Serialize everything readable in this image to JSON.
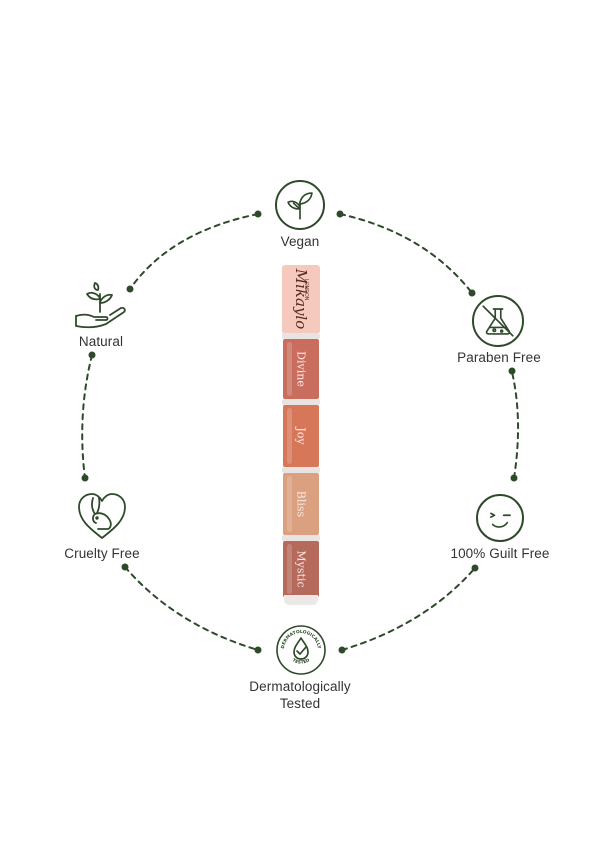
{
  "badges": {
    "vegan": "Vegan",
    "paraben_free": "Paraben Free",
    "guilt_free": "100% Guilt Free",
    "dermatologically_tested_line1": "Dermatologically",
    "dermatologically_tested_line2": "Tested",
    "cruelty_free": "Cruelty Free",
    "natural": "Natural"
  },
  "seal_text": {
    "top": "DERMATOLOGICALLY",
    "bottom": "TESTED"
  },
  "product": {
    "brand": "Mikaylo",
    "brand_sub": "LONDON",
    "shades": [
      "Divine",
      "Joy",
      "Bliss",
      "Mystic"
    ]
  },
  "colors": {
    "icon_green": "#2f4a2b",
    "cap_pink": "#f6c9bf",
    "shade_divine": "#c96e5e",
    "shade_joy": "#d77759",
    "shade_bliss": "#dba080",
    "shade_mystic": "#b56a5c"
  }
}
